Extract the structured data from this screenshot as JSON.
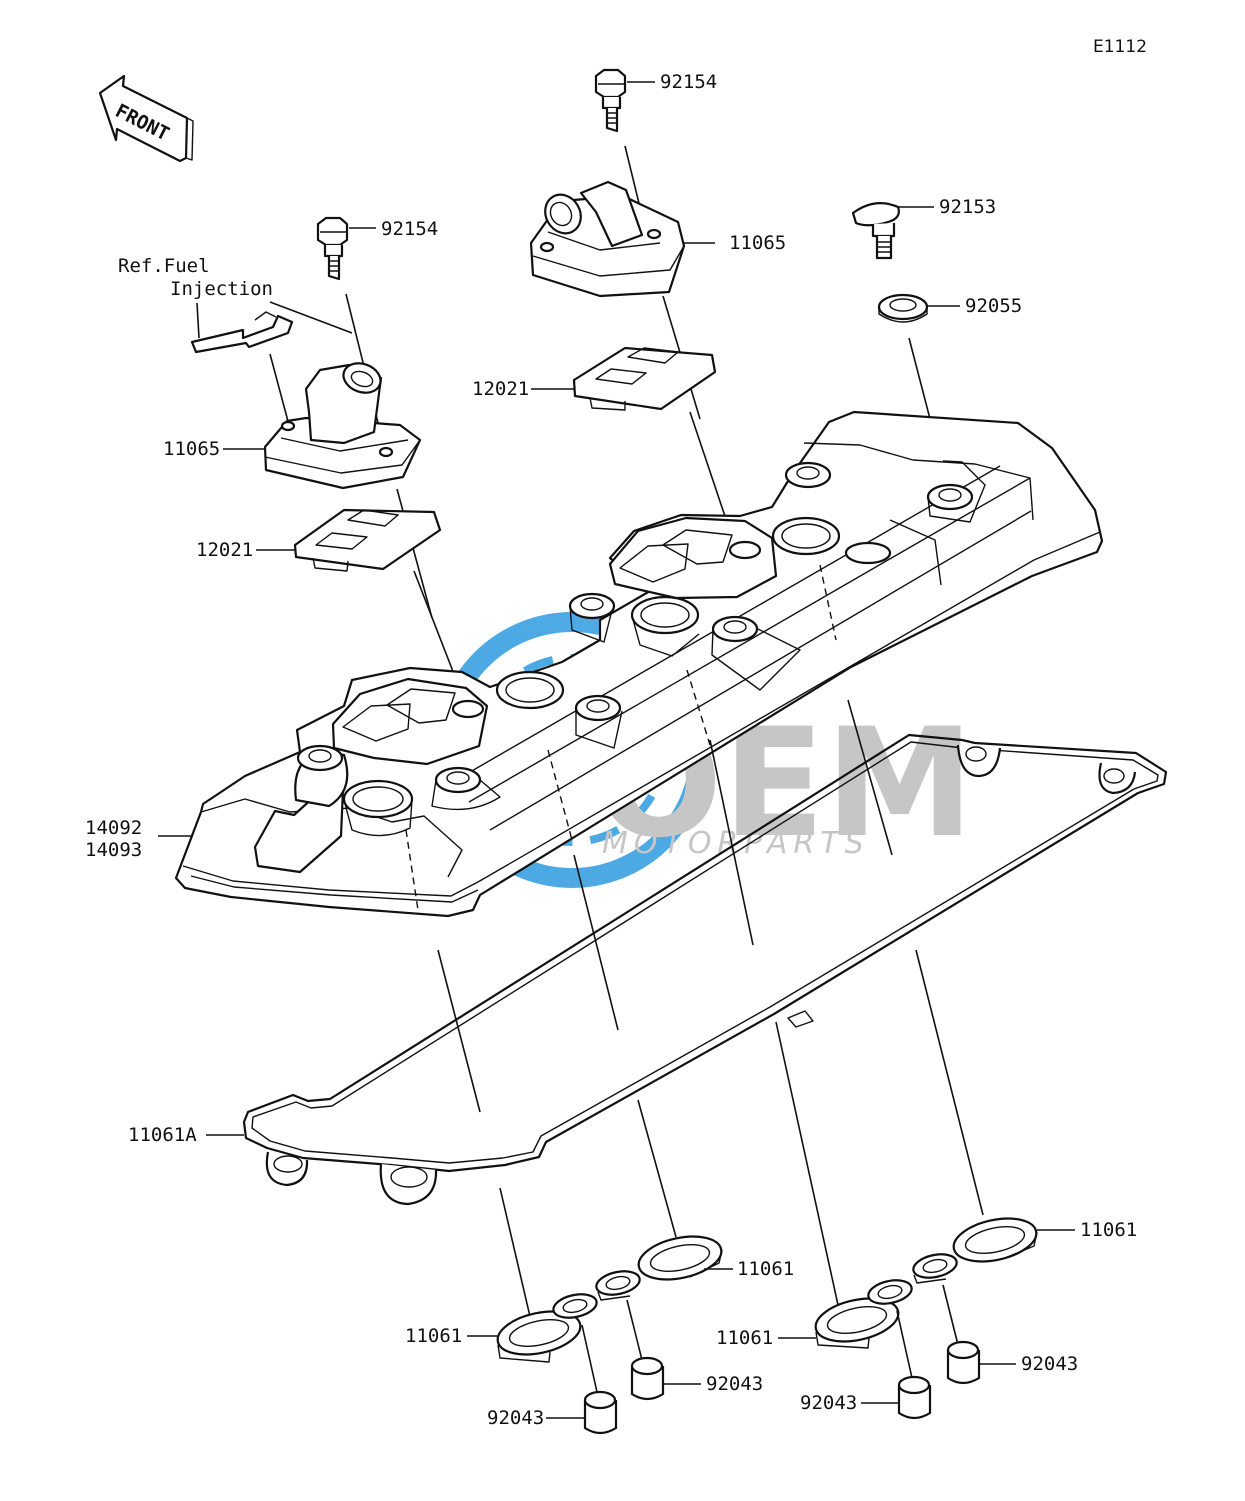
{
  "diagram": {
    "code": "E1112",
    "front_label": "FRONT",
    "ref_note_line1": "Ref.Fuel",
    "ref_note_line2": "Injection",
    "watermark": {
      "brand": "OEM",
      "sub": "MOTORPARTS",
      "color": "#2f9be0"
    },
    "labels": {
      "bolt_top": "92154",
      "bolt_left": "92154",
      "bolt_right": "92153",
      "washer_right": "92055",
      "cover_top": "11065",
      "cover_left": "11065",
      "gasket_top": "12021",
      "gasket_left": "12021",
      "head_cover_1": "14092",
      "head_cover_2": "14093",
      "main_gasket": "11061A",
      "plug_gasket_a": "11061",
      "plug_gasket_b": "11061",
      "plug_gasket_c": "11061",
      "plug_gasket_d": "11061",
      "collar_a": "92043",
      "collar_b": "92043",
      "collar_c": "92043",
      "collar_d": "92043"
    }
  }
}
